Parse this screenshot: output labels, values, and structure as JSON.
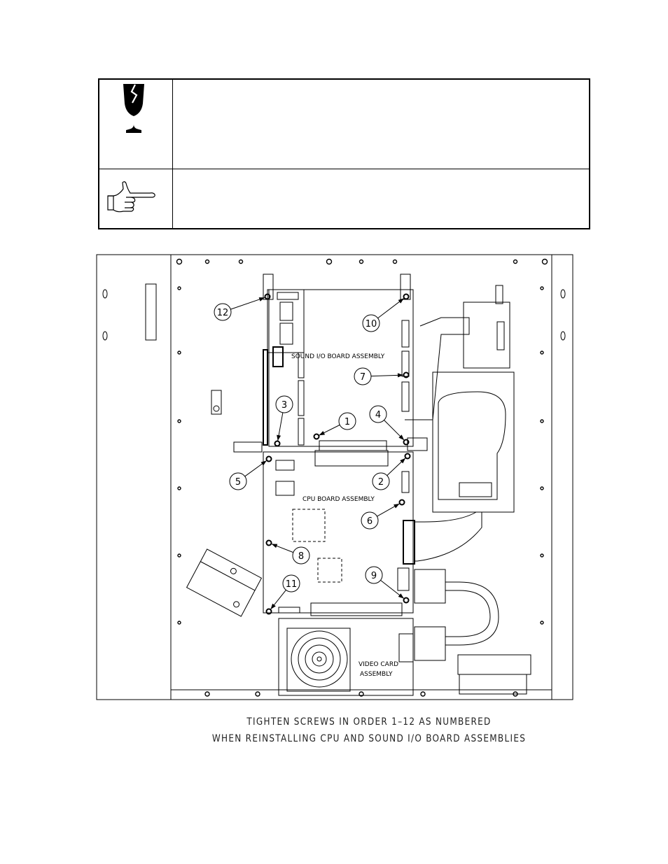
{
  "notice_table": {
    "rows": [
      {
        "icon": "fragile-glass-icon",
        "text": ""
      },
      {
        "icon": "pointing-hand-icon",
        "text": ""
      }
    ]
  },
  "diagram": {
    "labels": {
      "sound_board": "SOUND I/O BOARD ASSEMBLY",
      "cpu_board": "CPU BOARD ASSEMBLY",
      "video_card_line1": "VIDEO CARD",
      "video_card_line2": "ASSEMBLY"
    },
    "screw_callouts": [
      "1",
      "2",
      "3",
      "4",
      "5",
      "6",
      "7",
      "8",
      "9",
      "10",
      "11",
      "12"
    ]
  },
  "caption": {
    "line1": "TIGHTEN SCREWS IN ORDER 1–12 AS NUMBERED",
    "line2": "WHEN REINSTALLING CPU AND SOUND I/O BOARD ASSEMBLIES"
  }
}
